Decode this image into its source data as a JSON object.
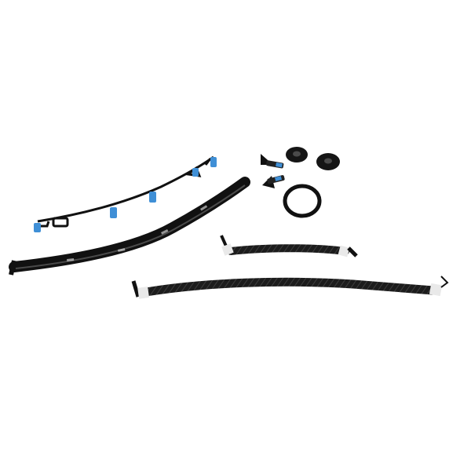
{
  "scene": {
    "background_color": "#ffffff",
    "colors": {
      "part_black": "#111111",
      "part_highlight": "#4a4a4a",
      "clip_blue": "#3f8fd6",
      "tape_white": "#e9e9e9",
      "braid": "#2a2a2a"
    },
    "parts": [
      {
        "id": "clip-strip",
        "label": ""
      },
      {
        "id": "curved-rail",
        "label": ""
      },
      {
        "id": "bolts",
        "label": ""
      },
      {
        "id": "washers",
        "label": ""
      },
      {
        "id": "o-ring",
        "label": ""
      },
      {
        "id": "short-cable",
        "label": ""
      },
      {
        "id": "long-cable",
        "label": ""
      }
    ]
  }
}
